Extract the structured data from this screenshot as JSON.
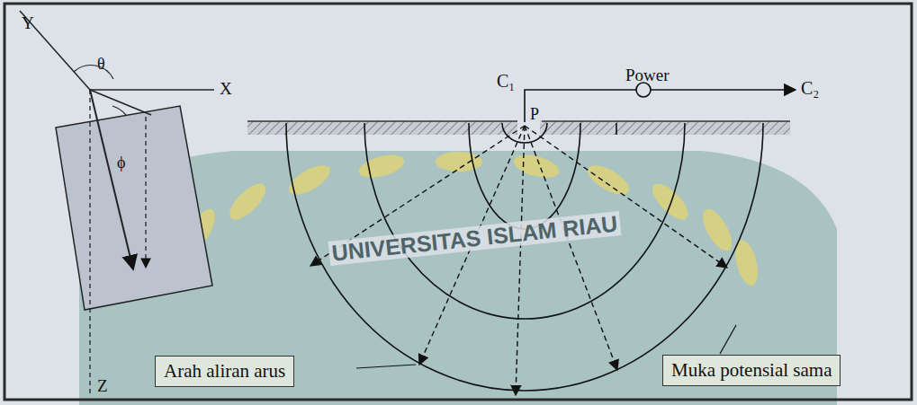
{
  "diagram": {
    "nodes": [
      {
        "text": [
          "Arah aliran arus"
        ]
      },
      {
        "text": [
          "Muka potensial sama"
        ]
      }
    ],
    "edges": [],
    "labels": [
      "Y",
      "θ",
      "X",
      "ϕ",
      "Z",
      "C₁",
      "P",
      "Power",
      "C₂",
      "UNIVERSITAS ISLAM RIAU"
    ]
  }
}
